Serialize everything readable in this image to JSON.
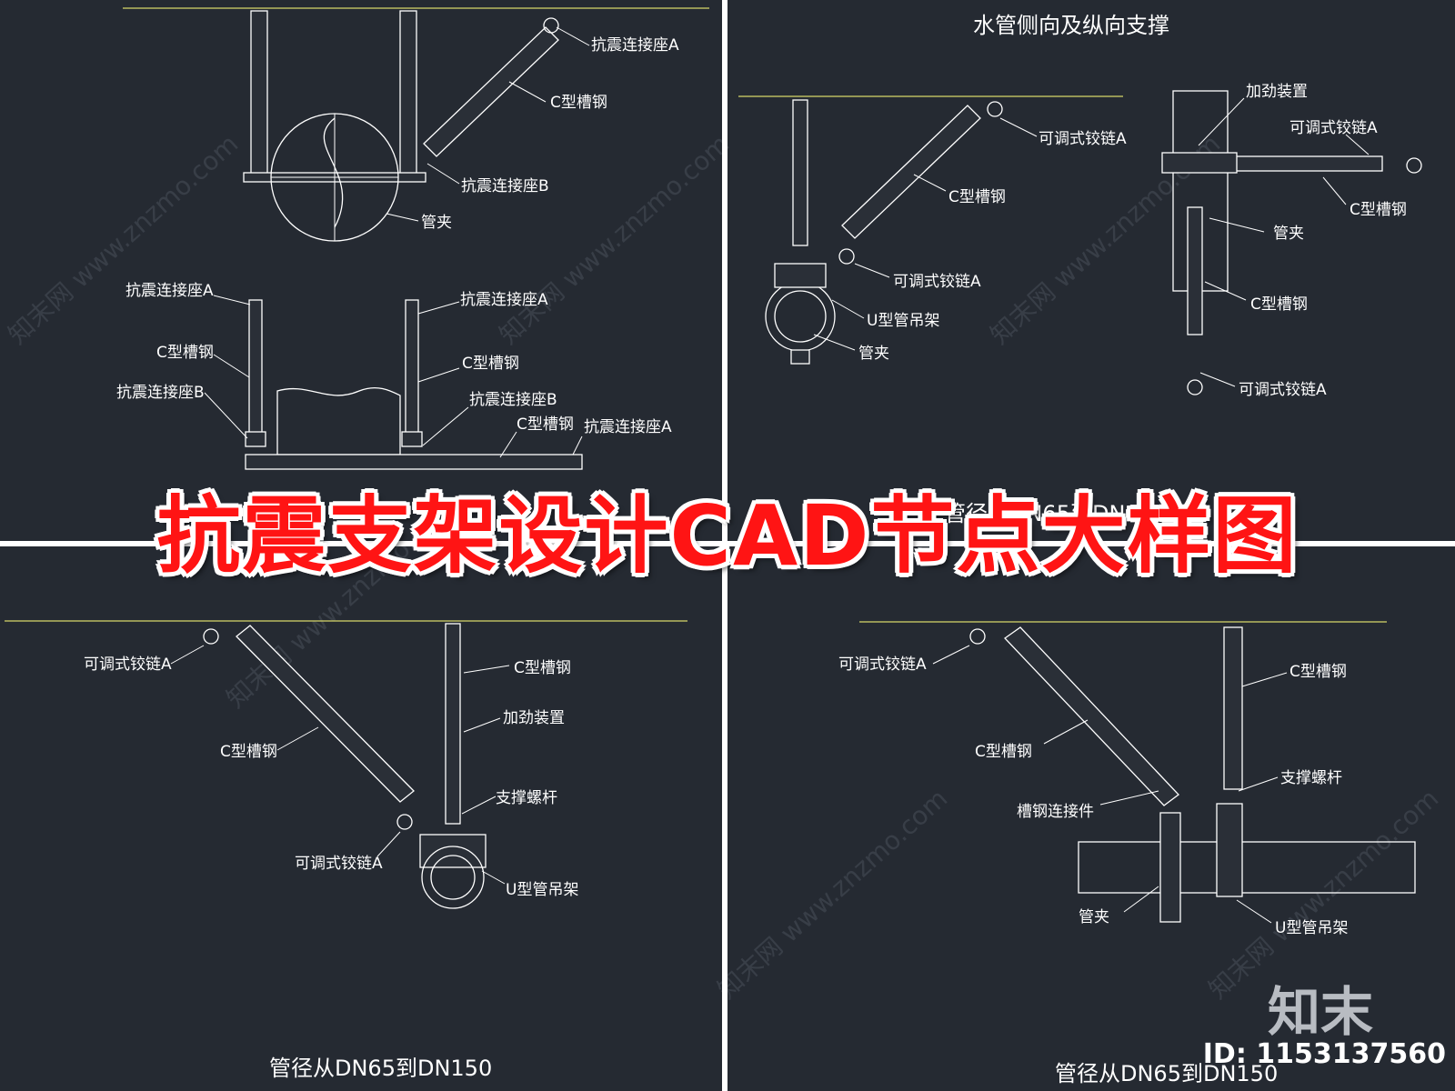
{
  "banner": "抗震支架设计CAD节点大样图",
  "brand": "知末",
  "id_label": "ID: 1153137560",
  "watermark": "知末网 www.znzmo.com",
  "colors": {
    "background": "#252a32",
    "ceiling_line": "#d6d86a",
    "banner_red": "#ff1414",
    "line": "#ffffff"
  },
  "panels": {
    "tl": {
      "labels": [
        "抗震连接座A",
        "C型槽钢",
        "抗震连接座B",
        "管夹",
        "抗震连接座A",
        "C型槽钢",
        "抗震连接座B",
        "抗震连接座A",
        "C型槽钢",
        "抗震连接座B",
        "C型槽钢",
        "抗震连接座A"
      ]
    },
    "tr": {
      "title": "水管侧向及纵向支撑",
      "labels": [
        "可调式铰链A",
        "C型槽钢",
        "可调式铰链A",
        "U型管吊架",
        "管夹",
        "加劲装置",
        "可调式铰链A",
        "C型槽钢",
        "管夹",
        "C型槽钢",
        "可调式铰链A"
      ]
    },
    "bl": {
      "caption": "管径从DN65到DN150",
      "labels": [
        "可调式铰链A",
        "C型槽钢",
        "加劲装置",
        "C型槽钢",
        "支撑螺杆",
        "可调式铰链A",
        "U型管吊架"
      ]
    },
    "br": {
      "caption": "管径从DN65到DN150",
      "labels": [
        "可调式铰链A",
        "C型槽钢",
        "C型槽钢",
        "支撑螺杆",
        "槽钢连接件",
        "管夹",
        "U型管吊架"
      ]
    }
  },
  "faint": {
    "tr_caption": "管径从DN65到DN150"
  }
}
